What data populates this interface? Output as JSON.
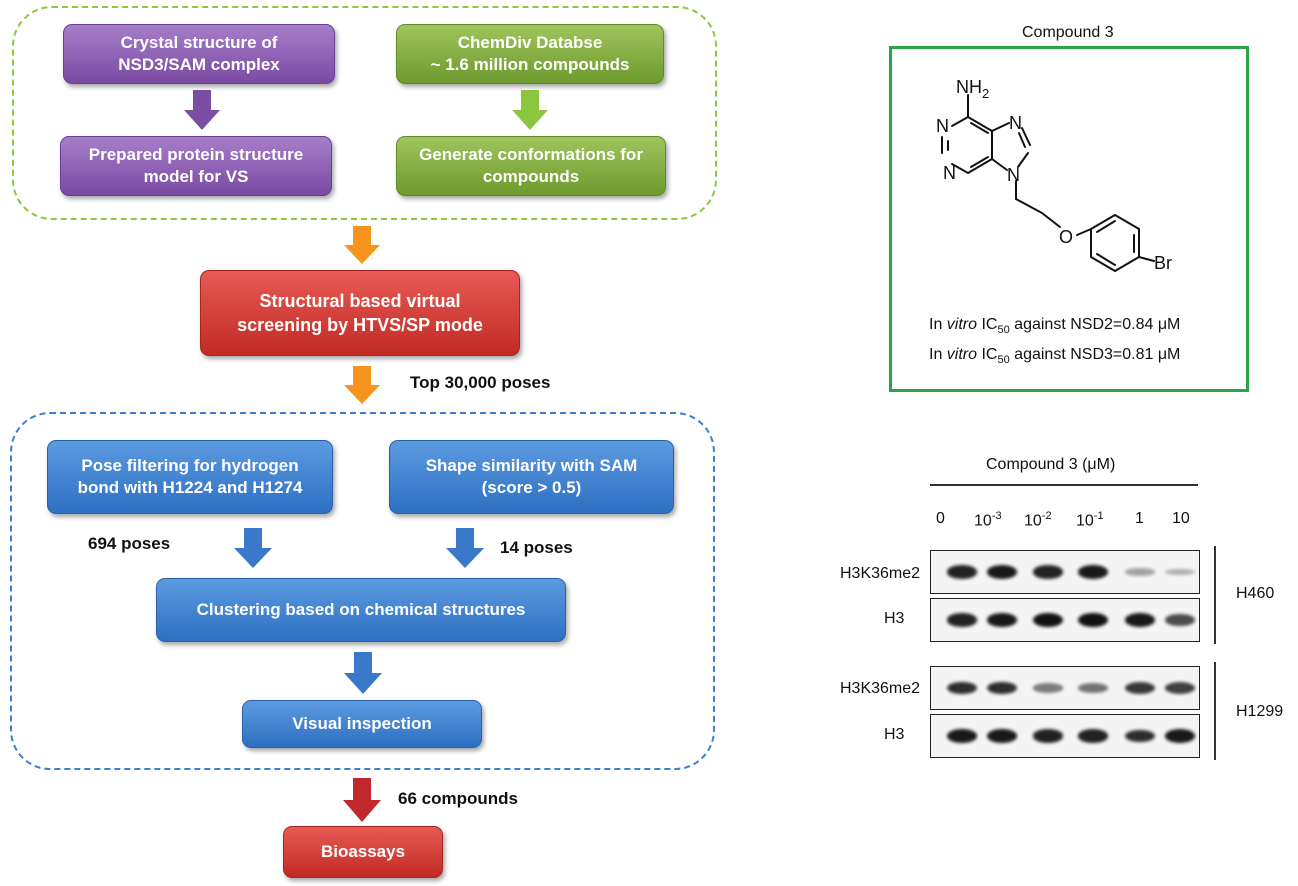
{
  "workflow": {
    "crystal": "Crystal structure of\nNSD3/SAM complex",
    "chemdiv": "ChemDiv  Databse\n~ 1.6 million compounds",
    "prepared": "Prepared protein structure\nmodel for VS",
    "generate": "Generate conformations for\ncompounds",
    "vscreen": "Structural based virtual\nscreening by HTVS/SP mode",
    "top_poses": "Top 30,000 poses",
    "pose_filter": "Pose filtering for hydrogen\nbond with H1224 and H1274",
    "shape_sim": "Shape similarity with SAM\n(score > 0.5)",
    "poses_694": "694 poses",
    "poses_14": "14 poses",
    "clustering": "Clustering based on chemical structures",
    "visual": "Visual inspection",
    "compounds_66": "66 compounds",
    "bioassays": "Bioassays"
  },
  "compound": {
    "title": "Compound 3",
    "atoms": {
      "nh2": "NH",
      "nh2_sub": "2",
      "n": "N",
      "o": "O",
      "br": "Br"
    },
    "ic50_nsd2": {
      "pre": "In ",
      "italic": "vitro",
      "mid": " IC",
      "sub": "50",
      "post": " against NSD2=0.84 μM"
    },
    "ic50_nsd3": {
      "pre": "In ",
      "italic": "vitro",
      "mid": " IC",
      "sub": "50",
      "post": " against NSD3=0.81 μM"
    }
  },
  "blot": {
    "title": "Compound 3 (μM)",
    "doses": [
      {
        "base": "0",
        "exp": ""
      },
      {
        "base": "10",
        "exp": "-3"
      },
      {
        "base": "10",
        "exp": "-2"
      },
      {
        "base": "10",
        "exp": "-1"
      },
      {
        "base": "1",
        "exp": ""
      },
      {
        "base": "10",
        "exp": ""
      }
    ],
    "rows": [
      {
        "label": "H3K36me2",
        "intensity": [
          0.9,
          0.95,
          0.9,
          0.95,
          0.25,
          0.18
        ]
      },
      {
        "label": "H3",
        "intensity": [
          0.9,
          0.95,
          1.0,
          1.0,
          0.95,
          0.7
        ]
      },
      {
        "label": "H3K36me2",
        "intensity": [
          0.85,
          0.85,
          0.45,
          0.5,
          0.8,
          0.75
        ]
      },
      {
        "label": "H3",
        "intensity": [
          0.95,
          0.95,
          0.9,
          0.9,
          0.85,
          0.95
        ]
      }
    ],
    "cell_lines": [
      "H460",
      "H1299"
    ]
  },
  "colors": {
    "green_dash": "#8dc63f",
    "blue_dash": "#3b7fd0",
    "orange_arrow": "#f7941d",
    "purple_arrow": "#7b4ea6",
    "green_arrow": "#8cc63f",
    "blue_arrow": "#3a78c9",
    "red_arrow": "#c0282d",
    "frame_green": "#2ba34a"
  }
}
